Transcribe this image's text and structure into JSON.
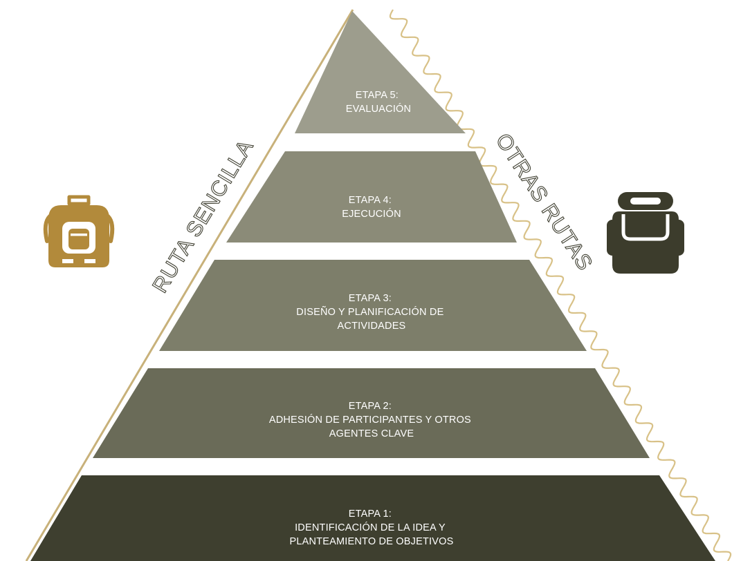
{
  "colors": {
    "tier5": "#9d9d8d",
    "tier4": "#8b8b78",
    "tier3": "#7d7e6a",
    "tier2": "#6a6b58",
    "tier1": "#3e3f2f",
    "route_simple": "#c8b17a",
    "route_other": "#d8c187",
    "backpack_gold": "#b28a3b",
    "backpack_dark": "#3c3c2c"
  },
  "routes": {
    "simple_label": "RUTA SENCILLA",
    "other_label": "OTRAS RUTAS"
  },
  "icons": {
    "simple": "backpack-icon",
    "other": "backpack-icon"
  },
  "stages": [
    {
      "id": "etapa-5",
      "lines": [
        "ETAPA 5:",
        "EVALUACIÓN"
      ]
    },
    {
      "id": "etapa-4",
      "lines": [
        "ETAPA 4:",
        "EJECUCIÓN"
      ]
    },
    {
      "id": "etapa-3",
      "lines": [
        "ETAPA 3:",
        "DISEÑO Y PLANIFICACIÓN DE",
        "ACTIVIDADES"
      ]
    },
    {
      "id": "etapa-2",
      "lines": [
        "ETAPA 2:",
        "ADHESIÓN DE PARTICIPANTES Y OTROS",
        "AGENTES CLAVE"
      ]
    },
    {
      "id": "etapa-1",
      "lines": [
        "ETAPA 1:",
        "IDENTIFICACIÓN DE LA IDEA Y",
        "PLANTEAMIENTO DE OBJETIVOS"
      ]
    }
  ]
}
